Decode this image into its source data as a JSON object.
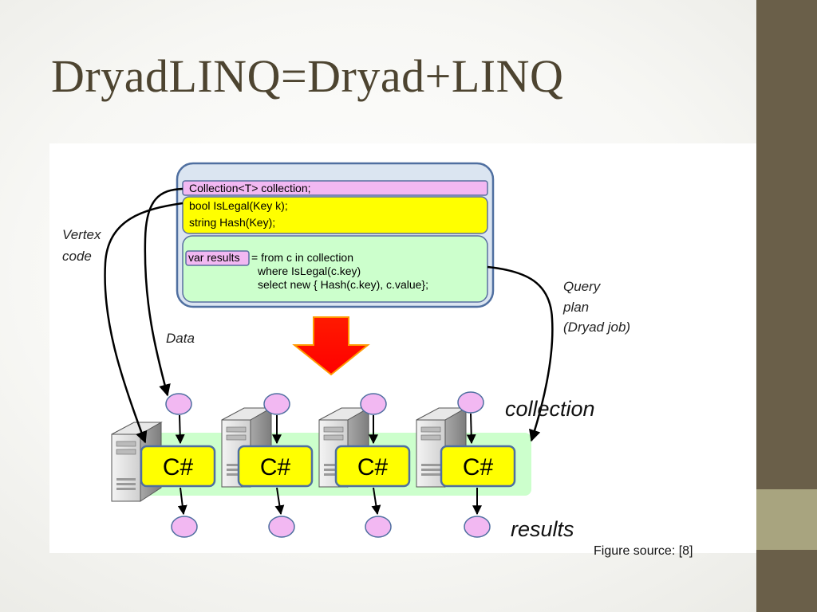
{
  "slide": {
    "title": "DryadLINQ=Dryad+LINQ",
    "caption": "Figure source: [8]"
  },
  "diagram": {
    "code_lines": {
      "collection_decl": "Collection<T> collection;",
      "islegal_decl": "bool IsLegal(Key k);",
      "hash_decl": "string Hash(Key);",
      "var_results": "var results",
      "query_line1": "= from c in collection",
      "query_line2": "where IsLegal(c.key)",
      "query_line3": "select new { Hash(c.key), c.value};"
    },
    "labels": {
      "vertex_line1": "Vertex",
      "vertex_line2": "code",
      "data": "Data",
      "query_line1": "Query",
      "query_line2": "plan",
      "query_line3": "(Dryad job)",
      "collection": "collection",
      "results": "results"
    },
    "vertex_label": "C#",
    "colors": {
      "code_box_fill": "#dbe5f1",
      "code_box_stroke": "#4f6fa0",
      "pink": "#f2b8f2",
      "yellow": "#ffff00",
      "green_panel": "#ccffcc",
      "arrow_red": "#ff0000",
      "arrow_orange": "#ff9900"
    }
  }
}
